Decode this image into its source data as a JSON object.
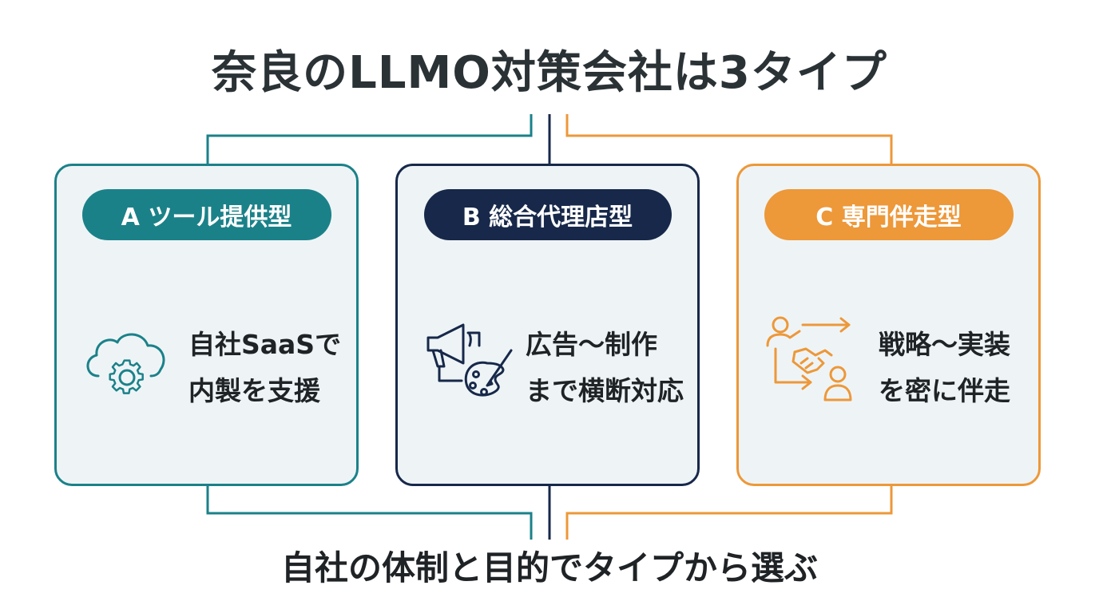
{
  "title": "奈良のLLMO対策会社は3タイプ",
  "footer": "自社の体制と目的でタイプから選ぶ",
  "colors": {
    "type_a": "#1b8189",
    "type_b": "#17284a",
    "type_c": "#ed9839",
    "card_bg": "#eef4f6",
    "text": "#1f2326"
  },
  "types": [
    {
      "label": "A ツール提供型",
      "icon": "cloud-gear-icon",
      "lines": [
        "自社SaaSで",
        "内製を支援"
      ]
    },
    {
      "label": "B 総合代理店型",
      "icon": "megaphone-palette-icon",
      "lines": [
        "広告〜制作",
        "まで横断対応"
      ]
    },
    {
      "label": "C 専門伴走型",
      "icon": "handshake-arrows-icon",
      "lines": [
        "戦略〜実装",
        "を密に伴走"
      ]
    }
  ]
}
